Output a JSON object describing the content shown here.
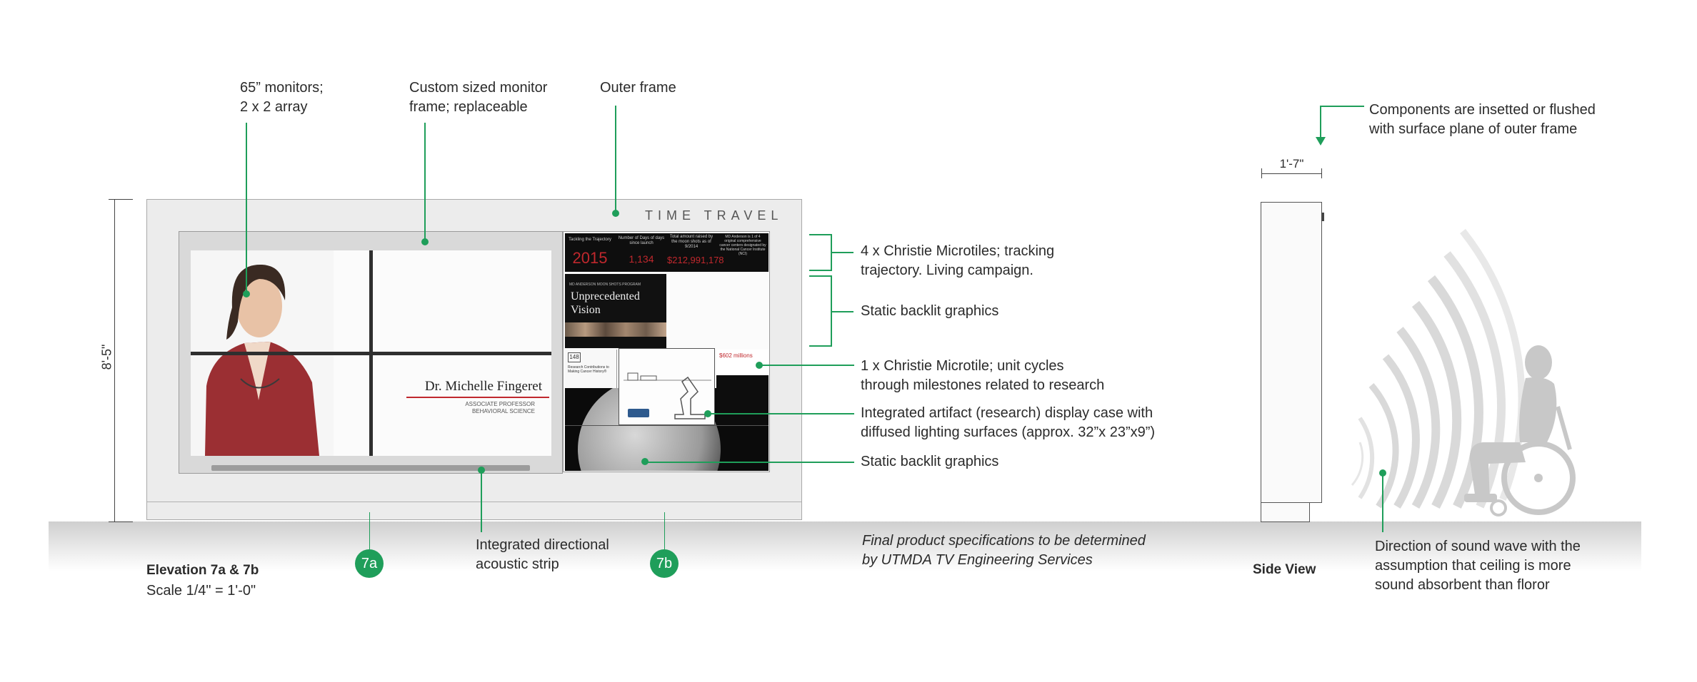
{
  "colors": {
    "accent": "#1f9e5a",
    "red": "#c0282d",
    "frame": "#ececec"
  },
  "callouts": {
    "monitors": "65” monitors;\n2 x 2 array",
    "custom_frame": "Custom sized monitor\nframe; replaceable",
    "outer_frame": "Outer frame",
    "components": "Components are insetted or flushed\nwith surface plane of outer frame",
    "microtiles": "4 x Christie Microtiles; tracking\ntrajectory. Living campaign.",
    "static_graphics_top": "Static backlit graphics",
    "microtile_single": "1 x Christie Microtile; unit cycles\nthrough milestones related to research",
    "artifact_case": "Integrated artifact (research) display case with\ndiffused lighting surfaces (approx. 32”x 23”x9”)",
    "static_graphics_bottom": "Static backlit graphics",
    "acoustic_strip": "Integrated directional\nacoustic strip",
    "final_spec": "Final product specifications to be determined\nby UTMDA TV Engineering Services",
    "sound_wave": "Direction of sound wave with the\nassumption that ceiling is more\nsound absorbent than floror"
  },
  "elevation": {
    "title": "Elevation 7a & 7b",
    "scale": "Scale 1/4\" = 1'-0\""
  },
  "height_dim": "8'-5\"",
  "depth_dim": "1'-7\"",
  "side_view": "Side View",
  "badges": [
    "7a",
    "7b"
  ],
  "wall_title": "TIME TRAVEL",
  "monitor": {
    "name": "Dr. Michelle Fingeret",
    "title_line1": "ASSOCIATE PROFESSOR",
    "title_line2": "BEHAVIORAL SCIENCE"
  },
  "stats": [
    {
      "caption": "Tackling the Trajectory",
      "value": "2015"
    },
    {
      "caption": "Number of Days of days since launch",
      "value": "1,134"
    },
    {
      "caption": "Total amount raised by the moon shots as of 9/2014",
      "value": "$212,991,178"
    },
    {
      "caption": "MD Anderson is 1 of 4 original comprehensive cancer centers designated by the National Cancer Institute (NCI)",
      "value": ""
    }
  ],
  "vision_panel": {
    "kicker": "MD ANDERSON MOON SHOTS PROGRAM",
    "heading": "Unprecedented Vision"
  },
  "milestone_panel": {
    "number": "148",
    "text": "Research Contributions to Making Cancer History®"
  },
  "raised_panel": {
    "amount": "$602 millions"
  }
}
